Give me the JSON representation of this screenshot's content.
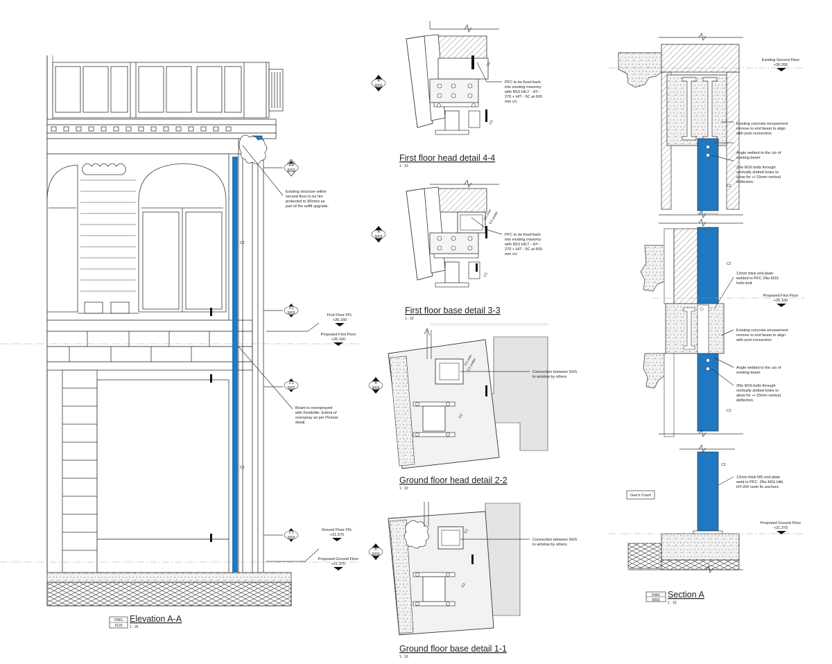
{
  "elevation": {
    "title": "Elevation A-A",
    "dwg_word": "DWG",
    "dwg_no": "3120",
    "scale": "1 : 25",
    "levels": {
      "first_ffl": "First Floor FFL",
      "first_ffl_val": "+26.160",
      "prop_first": "Proposed First Floor",
      "prop_first_val": "+26.100",
      "ground_ffl": "Ground Floor FFL",
      "ground_ffl_val": "+21.570",
      "prop_ground": "Proposed Ground Floor",
      "prop_ground_val": "+21.370"
    },
    "notes": {
      "fire": [
        "Existing structure within",
        "second floor to be fire",
        "protected to 90mins as",
        "part of the soffit upgrade."
      ],
      "beam": [
        "Beam to oversprayed",
        "with Fendolite. Extent of",
        "overspray as per Promat",
        "detail."
      ]
    },
    "tags": [
      {
        "id": "4-4",
        "ref": "5003"
      },
      {
        "id": "3-3",
        "ref": "5003"
      },
      {
        "id": "2-2",
        "ref": "5003"
      },
      {
        "id": "1-1",
        "ref": "5003"
      }
    ],
    "column_labels": [
      "C2",
      "C3"
    ]
  },
  "details": [
    {
      "title": "First floor head detail 4-4",
      "scale": "1 : 10",
      "note": [
        "PFC to be fixed back",
        "into existing masonry",
        "with M10 HILT - HY -",
        "270 + HIT - 5C at 600",
        "mm c/c"
      ],
      "section_tag": "A",
      "section_ref": "5003"
    },
    {
      "title": "First floor base detail 3-3",
      "scale": "1 : 10",
      "note": [
        "PFC to be fixed back",
        "into existing masonry",
        "with M10 HILT - HY -",
        "270 + HIT - 5C at 600",
        "mm c/c"
      ],
      "section_tag": "A",
      "section_ref": "5003"
    },
    {
      "title": "Ground floor head detail 2-2",
      "scale": "1 : 10",
      "note": [
        "Connection between SHS",
        "to window by others"
      ],
      "section_tag": "A",
      "section_ref": "5003"
    },
    {
      "title": "Ground floor base detail 1-1",
      "scale": "1 : 10",
      "note": [
        "Connection between SHS",
        "to window by others."
      ],
      "section_tag": "A",
      "section_ref": "5003"
    }
  ],
  "section": {
    "title": "Section A",
    "dwg_word": "DWG",
    "dwg_no": "5003",
    "scale": "1 : 10",
    "gees_court": "Gee's Court",
    "levels": {
      "second": "Existing Second Floor",
      "second_val": "+30.260",
      "first": "Proposed First Floor",
      "first_val": "+26.100",
      "ground": "Proposed Ground Floor",
      "ground_val": "+21.370"
    },
    "notes": {
      "encase1": [
        "Existing concrete encasement",
        "remove to end beam to align",
        "with post connection"
      ],
      "angle1": [
        "Angle welded to the u/s of",
        "existing beam"
      ],
      "bolts1": [
        "2No M16 bolts through",
        "vertically slotted holes to",
        "allow for +/-15mm vertical",
        "deflection."
      ],
      "plate": [
        "12mm thick end plate",
        "welded to PFC 2No M16",
        "hollo bolt"
      ],
      "encase2": [
        "Existing concrete encasement",
        "remove to end beam to align",
        "with post connection"
      ],
      "angle2": [
        "Angle welded to the u/s of",
        "existing beam"
      ],
      "bolts2": [
        "2No M16 bolts through",
        "vertically slotted holes to",
        "allow for +/-15mm vertical",
        "deflection."
      ],
      "base": [
        "12mm thick MS end plate",
        "weld to PFC. 2No M16 Hilti",
        "HY-200 resin fix anchors."
      ]
    },
    "column_labels": [
      "C2",
      "C2",
      "C3",
      "C3"
    ]
  },
  "colors": {
    "steel": "#1f78c1",
    "line": "#222222",
    "hatch": "#9a9a9a"
  }
}
